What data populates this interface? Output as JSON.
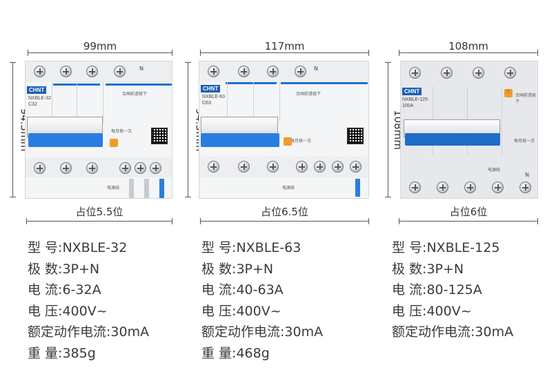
{
  "products": [
    {
      "width_label": "99mm",
      "height_label": "94.5mm",
      "slot_label": "占位5.5位",
      "brand": "CHNT",
      "device_model": "NXBLE-32",
      "device_rating": "C32",
      "neutral_mark": "N",
      "specs": [
        {
          "label": "型  号:",
          "value": "NXBLE-32"
        },
        {
          "label": "极  数:",
          "value": "3P+N"
        },
        {
          "label": "电  流:",
          "value": "6-32A"
        },
        {
          "label": "电  压:",
          "value": "400V~"
        },
        {
          "label": "额定动作电流:",
          "value": "30mA"
        },
        {
          "label": "重  量:",
          "value": "385g"
        }
      ]
    },
    {
      "width_label": "117mm",
      "height_label": "94.5mm",
      "slot_label": "占位6.5位",
      "brand": "CHNT",
      "device_model": "NXBLE-63",
      "device_rating": "C63",
      "neutral_mark": "N",
      "specs": [
        {
          "label": "型  号:",
          "value": "NXBLE-63"
        },
        {
          "label": "极  数:",
          "value": "3P+N"
        },
        {
          "label": "电  流:",
          "value": "40-63A"
        },
        {
          "label": "电  压:",
          "value": "400V~"
        },
        {
          "label": "额定动作电流:",
          "value": "30mA"
        },
        {
          "label": "重  量:",
          "value": "468g"
        }
      ]
    },
    {
      "width_label": "108mm",
      "height_label": "108mm",
      "slot_label": "占位6位",
      "brand": "CHNT",
      "device_model": "NXBLE-125",
      "device_rating": "100A",
      "neutral_mark": "N",
      "specs": [
        {
          "label": "型  号:",
          "value": "NXBLE-125"
        },
        {
          "label": "极  数:",
          "value": "3P+N"
        },
        {
          "label": "电  流:",
          "value": "80-125A"
        },
        {
          "label": "电  压:",
          "value": "400V~"
        },
        {
          "label": "额定动作电流:",
          "value": "30mA"
        }
      ]
    }
  ],
  "device_text": {
    "test_button": "T",
    "monthly_test": "每月按一次",
    "test_note": "合闸前请按下",
    "power_line": "电源线"
  },
  "colors": {
    "accent_blue": "#2a7de1",
    "orange": "#f29a2e"
  }
}
